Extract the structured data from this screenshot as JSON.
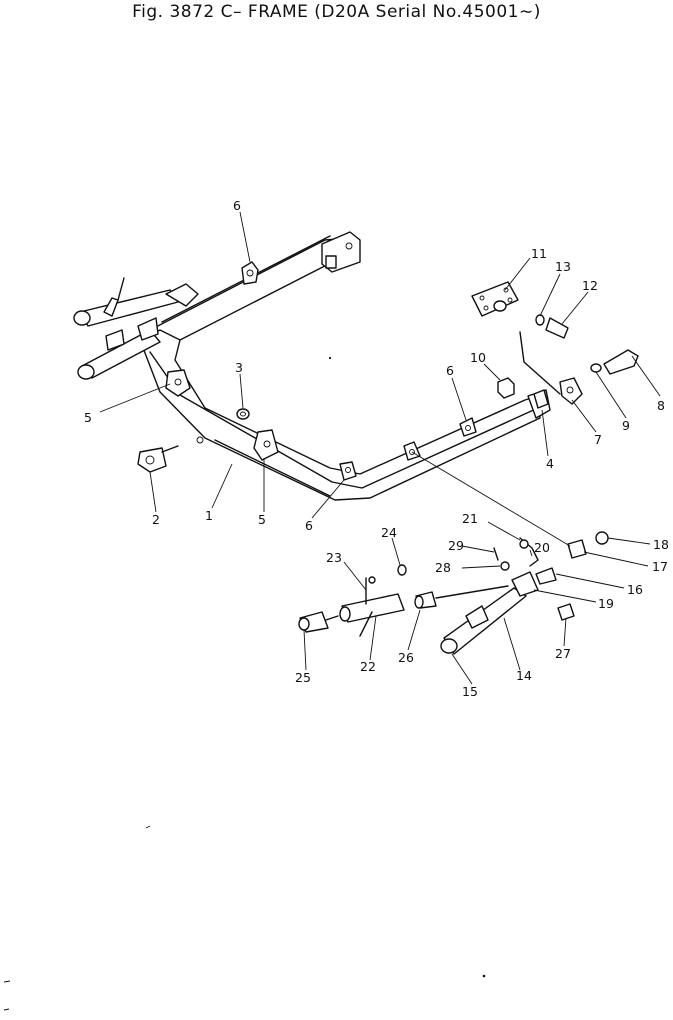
{
  "figure": {
    "title": "Fig. 3872   C– FRAME (D20A Serial No.45001∼)"
  },
  "callouts": [
    {
      "id": "c6a",
      "label": "6"
    },
    {
      "id": "c11",
      "label": "11"
    },
    {
      "id": "c13",
      "label": "13"
    },
    {
      "id": "c12",
      "label": "12"
    },
    {
      "id": "c3",
      "label": "3"
    },
    {
      "id": "c10",
      "label": "10"
    },
    {
      "id": "c6b",
      "label": "6"
    },
    {
      "id": "c5a",
      "label": "5"
    },
    {
      "id": "c8",
      "label": "8"
    },
    {
      "id": "c9",
      "label": "9"
    },
    {
      "id": "c7",
      "label": "7"
    },
    {
      "id": "c4",
      "label": "4"
    },
    {
      "id": "c2",
      "label": "2"
    },
    {
      "id": "c1",
      "label": "1"
    },
    {
      "id": "c5b",
      "label": "5"
    },
    {
      "id": "c6c",
      "label": "6"
    },
    {
      "id": "c21",
      "label": "21"
    },
    {
      "id": "c24",
      "label": "24"
    },
    {
      "id": "c29",
      "label": "29"
    },
    {
      "id": "c20",
      "label": "20"
    },
    {
      "id": "c18",
      "label": "18"
    },
    {
      "id": "c23",
      "label": "23"
    },
    {
      "id": "c28",
      "label": "28"
    },
    {
      "id": "c17",
      "label": "17"
    },
    {
      "id": "c16",
      "label": "16"
    },
    {
      "id": "c19",
      "label": "19"
    },
    {
      "id": "c27",
      "label": "27"
    },
    {
      "id": "c22",
      "label": "22"
    },
    {
      "id": "c26",
      "label": "26"
    },
    {
      "id": "c14",
      "label": "14"
    },
    {
      "id": "c25",
      "label": "25"
    },
    {
      "id": "c15",
      "label": "15"
    }
  ]
}
